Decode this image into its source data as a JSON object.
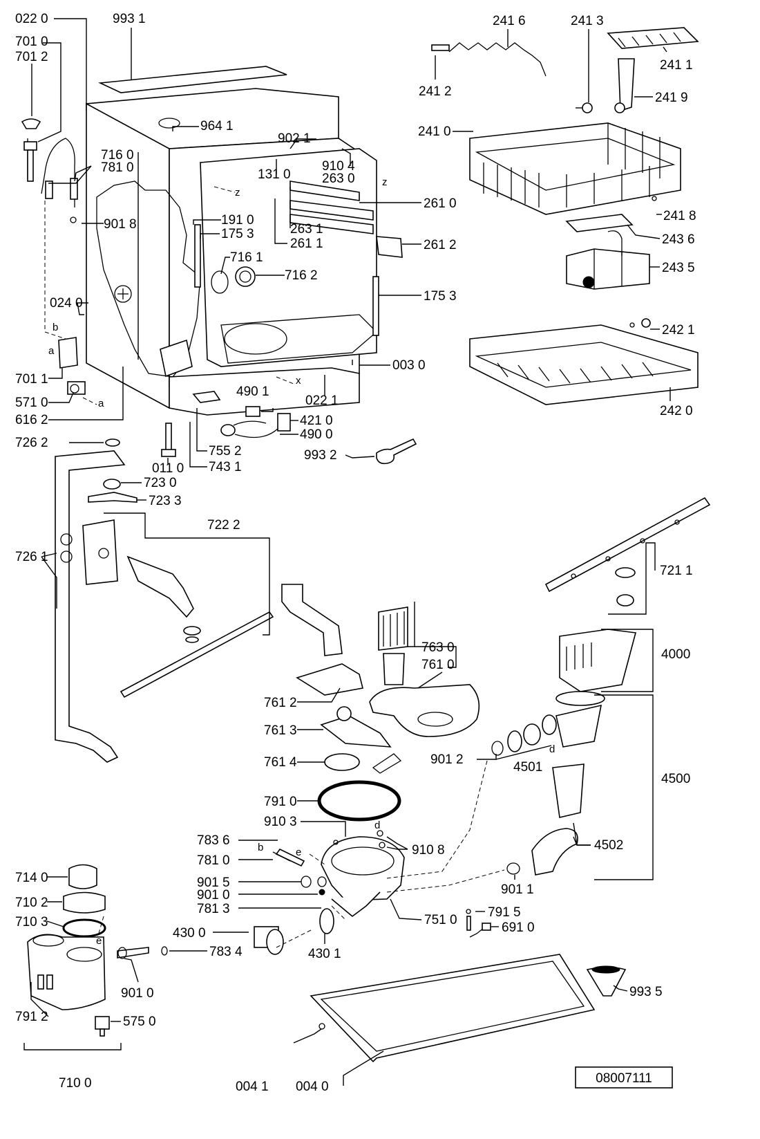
{
  "doc_code": "08007111",
  "refs": {
    "r0220": "022 0",
    "r9931": "993 1",
    "r7010": "701 0",
    "r7012": "701 2",
    "r9641": "964 1",
    "r9021": "902 1",
    "r9104": "910 4",
    "r1310": "131 0",
    "r2630": "263 0",
    "r7160": "716 0",
    "r7810": "781 0",
    "r9018": "901 8",
    "r1910": "191 0",
    "r1753a": "175 3",
    "r2631": "263 1",
    "r2611": "261 1",
    "r2610": "261 0",
    "r2612": "261 2",
    "r7161": "716 1",
    "r7162": "716 2",
    "r1753b": "175 3",
    "r0240": "024 0",
    "r0030": "003 0",
    "r7011": "701 1",
    "r5710": "571 0",
    "r6162": "616 2",
    "r4901": "490 1",
    "r0221": "022 1",
    "r4210": "421 0",
    "r4900": "490 0",
    "r9932": "993 2",
    "r7552": "755 2",
    "r7431": "743 1",
    "r0110": "011 0",
    "r2416": "241 6",
    "r2413": "241 3",
    "r2411": "241 1",
    "r2412": "241 2",
    "r2419": "241 9",
    "r2410": "241 0",
    "r2418": "241 8",
    "r2436": "243 6",
    "r2435": "243 5",
    "r2421": "242 1",
    "r2420": "242 0",
    "r7262": "726 2",
    "r7230": "723 0",
    "r7233": "723 3",
    "r7222": "722 2",
    "r7261": "726 1",
    "r7211": "721 1",
    "r7630": "763 0",
    "r7610": "761 0",
    "r4000": "4000",
    "r7612": "761 2",
    "r7613": "761 3",
    "r7614": "761 4",
    "r9012": "901 2",
    "r4501": "4501",
    "r4500": "4500",
    "r7910": "791 0",
    "r9103": "910 3",
    "r7836": "783 6",
    "r7810b": "781 0",
    "r9015": "901 5",
    "r9010": "901 0",
    "r7813": "781 3",
    "r9108": "910 8",
    "r4502": "4502",
    "r9011": "901 1",
    "r7510": "751 0",
    "r7915": "791 5",
    "r6910": "691 0",
    "r4300": "430 0",
    "r4301": "430 1",
    "r7140": "714 0",
    "r7102": "710 2",
    "r7103": "710 3",
    "r7834": "783 4",
    "r9010b": "901 0",
    "r7912": "791 2",
    "r5750": "575 0",
    "r7100": "710 0",
    "r9935": "993 5",
    "r0041": "004 1",
    "r0040": "004 0"
  },
  "markers": {
    "z1": "z",
    "z2": "z",
    "x": "x",
    "a1": "a",
    "b1": "b",
    "a2": "a",
    "b2": "b",
    "e1": "e",
    "e2": "e",
    "d1": "d",
    "d2": "d"
  }
}
